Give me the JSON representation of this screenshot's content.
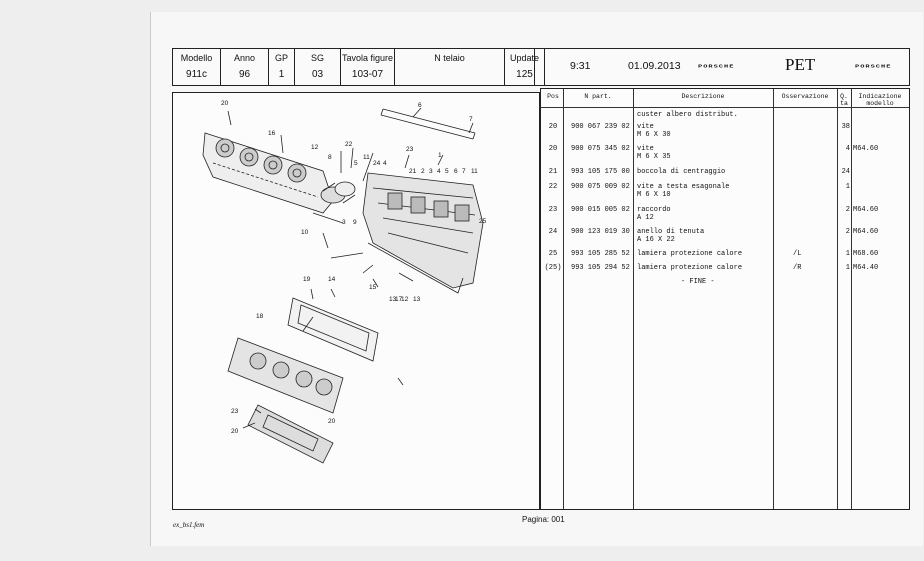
{
  "header": {
    "modello_label": "Modello",
    "modello": "911c",
    "anno_label": "Anno",
    "anno": "96",
    "gp_label": "GP",
    "gp": "1",
    "sg_label": "SG",
    "sg": "03",
    "tavola_label": "Tavola figure",
    "tavola": "103-07",
    "telaio_label": "N telaio",
    "telaio": "",
    "update_label": "Update",
    "update": "125",
    "time": "9:31",
    "date": "01.09.2013",
    "brand_left": "PORSCHE",
    "pet": "PET",
    "brand_right": "PORSCHE"
  },
  "table": {
    "headers": {
      "pos": "Pos",
      "part": "N part.",
      "desc": "Descrizione",
      "oss": "Osservazione",
      "qty": "Q.\nta",
      "ind": "Indicazione\nmodello"
    },
    "rows": [
      {
        "pos": "",
        "part": "",
        "desc": "custer albero distribut.",
        "oss": "",
        "qty": "",
        "ind": ""
      },
      {
        "pos": "20",
        "part": "900 067 239 02",
        "desc": "vite\nM 6 X 30",
        "oss": "",
        "qty": "38",
        "ind": ""
      },
      {
        "pos": "20",
        "part": "900 075 345 02",
        "desc": "vite\nM 6 X 35",
        "oss": "",
        "qty": "4",
        "ind": "M64.60"
      },
      {
        "pos": "21",
        "part": "993 105 175 00",
        "desc": "boccola di centraggio",
        "oss": "",
        "qty": "24",
        "ind": ""
      },
      {
        "pos": "22",
        "part": "900 075 009 02",
        "desc": "vite a testa esagonale\nM 6 X 10",
        "oss": "",
        "qty": "1",
        "ind": ""
      },
      {
        "pos": "23",
        "part": "900 015 005 02",
        "desc": "raccordo\nA 12",
        "oss": "",
        "qty": "2",
        "ind": "M64.60"
      },
      {
        "pos": "24",
        "part": "900 123 019 30",
        "desc": "anello di tenuta\nA 16 X 22",
        "oss": "",
        "qty": "2",
        "ind": "M64.60"
      },
      {
        "pos": "25",
        "part": "993 105 285 52",
        "desc": "lamiera protezione calore",
        "oss": "/L",
        "qty": "1",
        "ind": "M68.60"
      },
      {
        "pos": "(25)",
        "part": "993 105 294 52",
        "desc": "lamiera protezione calore",
        "oss": "/R",
        "qty": "1",
        "ind": "M64.40"
      }
    ],
    "end": "- FINE -"
  },
  "diagram": {
    "callouts": [
      "20",
      "16",
      "12",
      "22",
      "8",
      "6",
      "7",
      "23",
      "1",
      "5",
      "11",
      "24",
      "4",
      "3",
      "9",
      "10",
      "19",
      "14",
      "15",
      "13",
      "18",
      "17",
      "12",
      "13",
      "21",
      "2",
      "3",
      "4",
      "5",
      "6",
      "7",
      "11",
      "25",
      "23",
      "20",
      "20"
    ]
  },
  "footer": {
    "page": "Pagina: 001",
    "file": "ex_bs1.fem"
  }
}
